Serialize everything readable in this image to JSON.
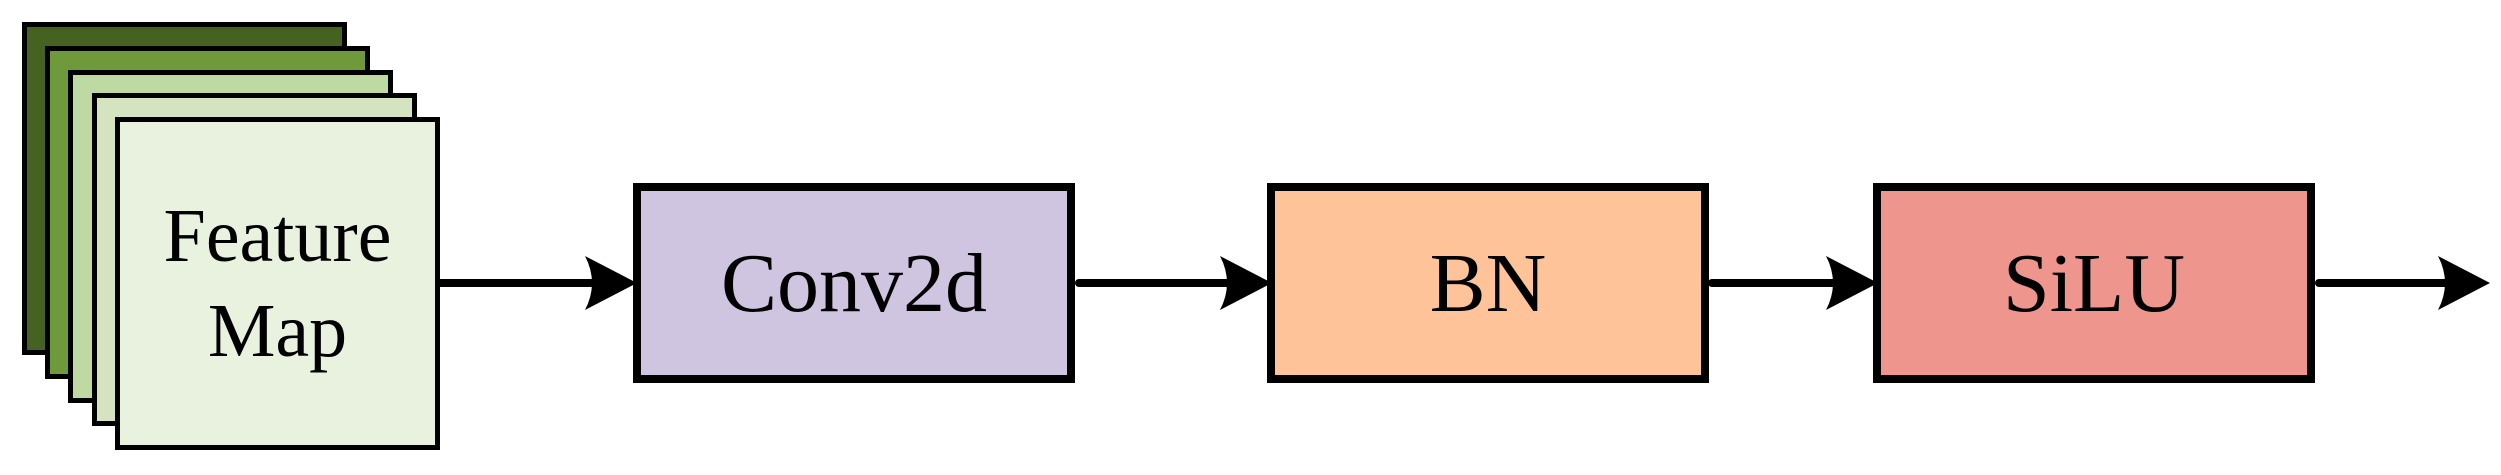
{
  "feature_map": {
    "label": "Feature\nMap",
    "layer_colors": [
      "#466220",
      "#6e9a3c",
      "#bed9a2",
      "#d5e3c0",
      "#e9f2de"
    ]
  },
  "blocks": [
    {
      "label": "Conv2d",
      "fill": "#d0c5e0"
    },
    {
      "label": "BN",
      "fill": "#fec398"
    },
    {
      "label": "SiLU",
      "fill": "#ee958e"
    }
  ],
  "colors": {
    "stroke": "#000000",
    "background": "#ffffff"
  }
}
